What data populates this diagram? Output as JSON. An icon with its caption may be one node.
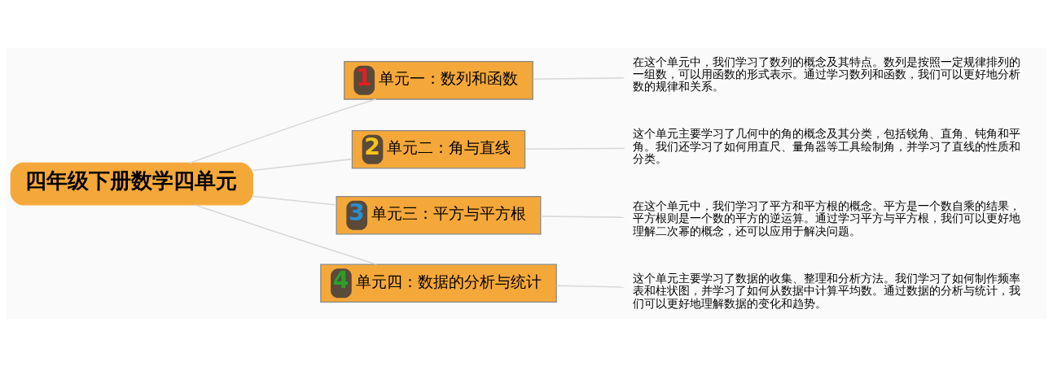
{
  "diagram": {
    "nodes": [
      {
        "text": [
          "四年级下册数学四单元"
        ]
      },
      {
        "text": [
          "1",
          "单元一：数列和函数"
        ]
      },
      {
        "text": [
          "在这个单元中，我们学习了数列的概念及其特点。数列是按照一定规律排列的一组数，可以用函数的形式表示。通过学习数列和函数，我们可以更好地分析数的规律和关系。"
        ]
      },
      {
        "text": [
          "2",
          "单元二：角与直线"
        ]
      },
      {
        "text": [
          "这个单元主要学习了几何中的角的概念及其分类，包括锐角、直角、钝角和平角。我们还学习了如何用直尺、量角器等工具绘制角，并学习了直线的性质和分类。"
        ]
      },
      {
        "text": [
          "3",
          "单元三：平方与平方根"
        ]
      },
      {
        "text": [
          "在这个单元中，我们学习了平方和平方根的概念。平方是一个数自乘的结果，平方根则是一个数的平方的逆运算。通过学习平方与平方根，我们可以更好地理解二次幂的概念，还可以应用于解决问题。"
        ]
      },
      {
        "text": [
          "4",
          "单元四：数据的分析与统计"
        ]
      },
      {
        "text": [
          "这个单元主要学习了数据的收集、整理和分析方法。我们学习了如何制作频率表和柱状图，并学习了如何从数据中计算平均数。通过数据的分析与统计，我们可以更好地理解数据的变化和趋势。"
        ]
      }
    ],
    "edges": [
      {
        "from": 0,
        "to": 1,
        "arrow": "none"
      },
      {
        "from": 1,
        "to": 2,
        "arrow": "none"
      },
      {
        "from": 0,
        "to": 3,
        "arrow": "none"
      },
      {
        "from": 3,
        "to": 4,
        "arrow": "none"
      },
      {
        "from": 0,
        "to": 5,
        "arrow": "none"
      },
      {
        "from": 5,
        "to": 6,
        "arrow": "none"
      },
      {
        "from": 0,
        "to": 7,
        "arrow": "none"
      },
      {
        "from": 7,
        "to": 8,
        "arrow": "none"
      }
    ]
  }
}
